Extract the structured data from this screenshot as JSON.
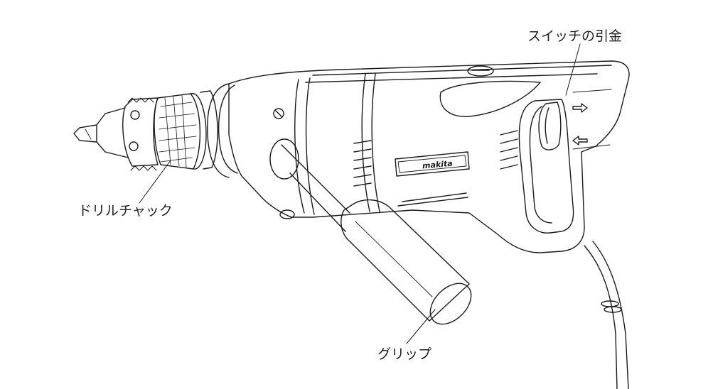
{
  "labels": {
    "chuck": "ドリルチャック",
    "switch_trigger": "スイッチの引金",
    "grip": "グリップ"
  },
  "brand_logo": "makita",
  "colors": {
    "line": "#1a1a1a",
    "background": "#ffffff",
    "text": "#222222"
  },
  "icons": {
    "arrow_right": "forward-arrow-icon",
    "arrow_left": "reverse-arrow-icon"
  }
}
